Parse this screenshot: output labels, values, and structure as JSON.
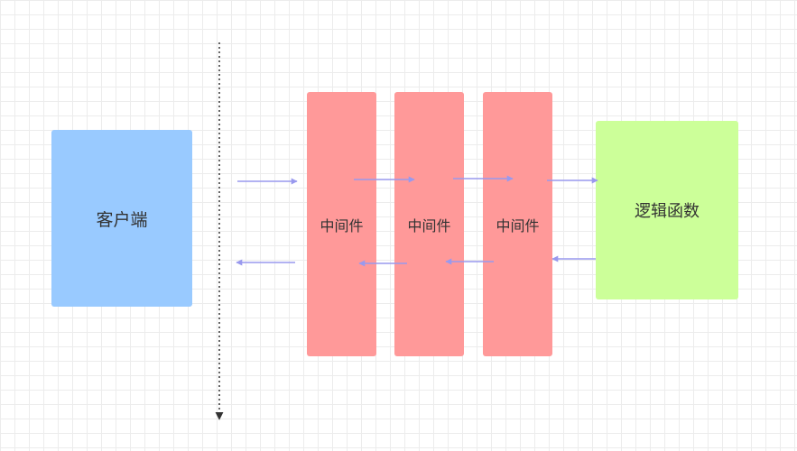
{
  "diagram": {
    "client": {
      "label": "客户端",
      "color": "#99caff"
    },
    "middlewares": [
      {
        "label": "中间件"
      },
      {
        "label": "中间件"
      },
      {
        "label": "中间件"
      }
    ],
    "middleware_color": "#ff9999",
    "logic": {
      "label": "逻辑函数",
      "color": "#ccff99"
    },
    "arrow_color": "#9999ee",
    "timeline_color": "#333333"
  }
}
